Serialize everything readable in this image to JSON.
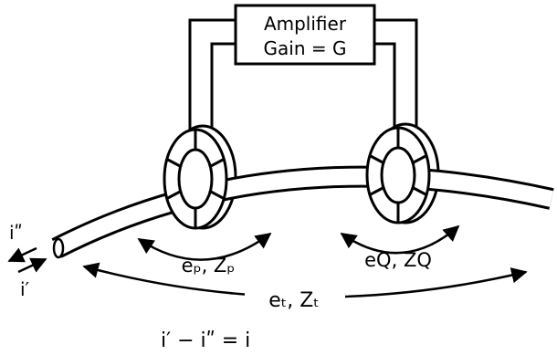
{
  "amplifier": {
    "name": "Amplifier",
    "gain": "Gain = G"
  },
  "labels": {
    "i_double_prime": "iʺ",
    "i_prime": "i′",
    "ep_zp": "eₚ, Zₚ",
    "eq_zq": "eQ, ZQ",
    "et_zt": "eₜ, Zₜ",
    "equation": "i′ − iʺ = i"
  },
  "colors": {
    "ink": "#000000",
    "paper": "#ffffff"
  }
}
